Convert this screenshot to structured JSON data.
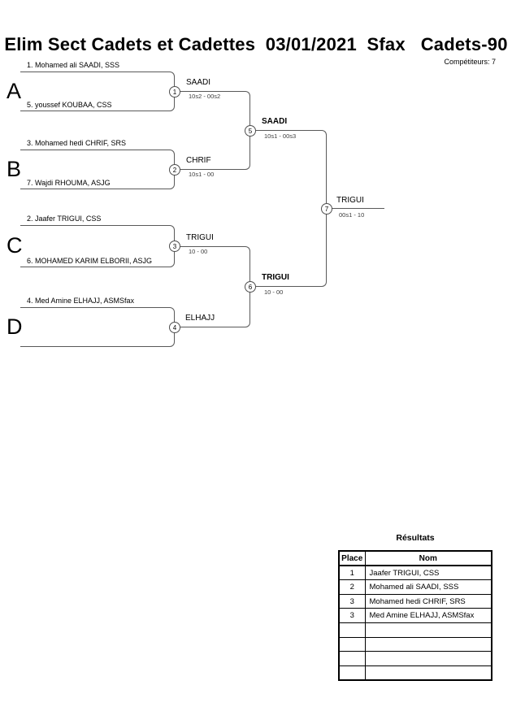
{
  "header": {
    "title": "Elim Sect Cadets et Cadettes  03/01/2021  Sfax   Cadets-90",
    "competitors": "Compétiteurs: 7"
  },
  "bracket": {
    "pools": [
      {
        "letter": "A",
        "top": "1. Mohamed ali SAADI, SSS",
        "bottom": "5. youssef KOUBAA, CSS"
      },
      {
        "letter": "B",
        "top": "3. Mohamed hedi CHRIF, SRS",
        "bottom": "7. Wajdi RHOUMA, ASJG"
      },
      {
        "letter": "C",
        "top": "2. Jaafer TRIGUI, CSS",
        "bottom": "6. MOHAMED KARIM ELBORII, ASJG"
      },
      {
        "letter": "D",
        "top": "4. Med Amine ELHAJJ, ASMSfax",
        "bottom": ""
      }
    ],
    "matches": [
      {
        "number": "1",
        "winner": "SAADI",
        "score": "10s2 - 00s2"
      },
      {
        "number": "2",
        "winner": "CHRIF",
        "score": "10s1 - 00"
      },
      {
        "number": "3",
        "winner": "TRIGUI",
        "score": "10 - 00"
      },
      {
        "number": "4",
        "winner": "ELHAJJ",
        "score": ""
      },
      {
        "number": "5",
        "winner": "SAADI",
        "score": "10s1 - 00s3"
      },
      {
        "number": "6",
        "winner": "TRIGUI",
        "score": "10 - 00"
      },
      {
        "number": "7",
        "winner": "TRIGUI",
        "score": "00s1 - 10"
      }
    ]
  },
  "results": {
    "title": "Résultats",
    "columns": [
      "Place",
      "Nom"
    ],
    "rows": [
      {
        "place": "1",
        "name": "Jaafer TRIGUI, CSS"
      },
      {
        "place": "2",
        "name": "Mohamed ali SAADI, SSS"
      },
      {
        "place": "3",
        "name": "Mohamed hedi CHRIF, SRS"
      },
      {
        "place": "3",
        "name": "Med Amine ELHAJJ, ASMSfax"
      },
      {
        "place": "",
        "name": ""
      },
      {
        "place": "",
        "name": ""
      },
      {
        "place": "",
        "name": ""
      },
      {
        "place": "",
        "name": ""
      }
    ]
  }
}
